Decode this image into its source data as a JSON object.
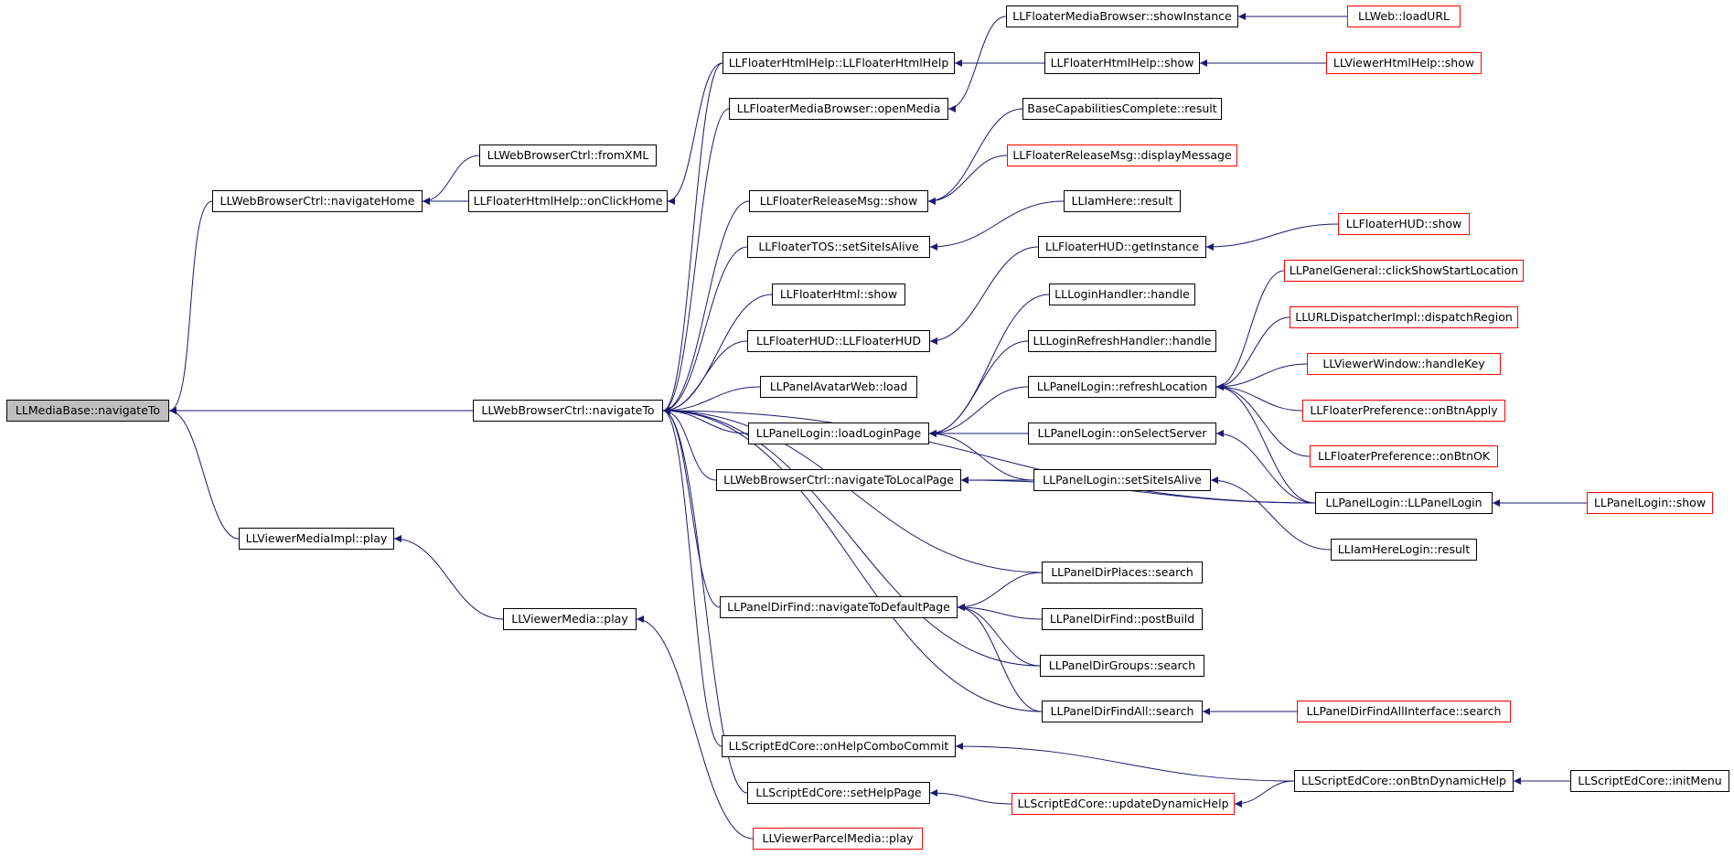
{
  "graph": {
    "title": "",
    "root": "LLMediaBase::navigateTo",
    "colors": {
      "edge": "#191970",
      "node_border": "#000000",
      "truncated_border": "#ff0000",
      "root_fill": "#bfbfbf"
    },
    "nodes": {
      "n1": "LLMediaBase::navigateTo",
      "n2": "LLWebBrowserCtrl::navigateHome",
      "n3": "LLWebBrowserCtrl::navigateTo",
      "n4": "LLViewerMediaImpl::play",
      "n5": "LLWebBrowserCtrl::fromXML",
      "n6": "LLFloaterHtmlHelp::onClickHome",
      "n7": "LLViewerMedia::play",
      "n8": "LLFloaterHtmlHelp::LLFloaterHtmlHelp",
      "n9": "LLFloaterMediaBrowser::openMedia",
      "n10": "LLFloaterReleaseMsg::show",
      "n11": "LLFloaterTOS::setSiteIsAlive",
      "n12": "LLFloaterHtml::show",
      "n13": "LLFloaterHUD::LLFloaterHUD",
      "n14": "LLPanelAvatarWeb::load",
      "n15": "LLPanelLogin::loadLoginPage",
      "n16": "LLWebBrowserCtrl::navigateToLocalPage",
      "n17": "LLPanelDirFind::navigateToDefaultPage",
      "n18": "LLScriptEdCore::onHelpComboCommit",
      "n19": "LLScriptEdCore::setHelpPage",
      "n20": "LLViewerParcelMedia::play",
      "n21": "LLFloaterMediaBrowser::showInstance",
      "n22": "LLFloaterHtmlHelp::show",
      "n23": "BaseCapabilitiesComplete::result",
      "n24": "LLFloaterReleaseMsg::displayMessage",
      "n25": "LLIamHere::result",
      "n26": "LLFloaterHUD::getInstance",
      "n27": "LLLoginHandler::handle",
      "n28": "LLLoginRefreshHandler::handle",
      "n29": "LLPanelLogin::refreshLocation",
      "n30": "LLPanelLogin::onSelectServer",
      "n31": "LLPanelLogin::setSiteIsAlive",
      "n32": "LLPanelDirPlaces::search",
      "n33": "LLPanelDirFind::postBuild",
      "n34": "LLPanelDirGroups::search",
      "n35": "LLPanelDirFindAll::search",
      "n36": "LLScriptEdCore::updateDynamicHelp",
      "n37": "LLWeb::loadURL",
      "n38": "LLViewerHtmlHelp::show",
      "n39": "LLFloaterHUD::show",
      "n40": "LLPanelGeneral::clickShowStartLocation",
      "n41": "LLURLDispatcherImpl::dispatchRegion",
      "n42": "LLViewerWindow::handleKey",
      "n43": "LLFloaterPreference::onBtnApply",
      "n44": "LLFloaterPreference::onBtnOK",
      "n45": "LLPanelLogin::LLPanelLogin",
      "n46": "LLIamHereLogin::result",
      "n47": "LLPanelDirFindAllInterface::search",
      "n48": "LLScriptEdCore::onBtnDynamicHelp",
      "n49": "LLPanelLogin::show",
      "n50": "LLScriptEdCore::initMenu"
    },
    "truncated": [
      "n20",
      "n24",
      "n36",
      "n37",
      "n38",
      "n39",
      "n40",
      "n41",
      "n42",
      "n43",
      "n44",
      "n47",
      "n49"
    ],
    "edges": [
      [
        "n2",
        "n1"
      ],
      [
        "n3",
        "n1"
      ],
      [
        "n4",
        "n1"
      ],
      [
        "n5",
        "n2"
      ],
      [
        "n6",
        "n2"
      ],
      [
        "n7",
        "n4"
      ],
      [
        "n8",
        "n6"
      ],
      [
        "n8",
        "n3"
      ],
      [
        "n9",
        "n3"
      ],
      [
        "n10",
        "n3"
      ],
      [
        "n11",
        "n3"
      ],
      [
        "n12",
        "n3"
      ],
      [
        "n13",
        "n3"
      ],
      [
        "n14",
        "n3"
      ],
      [
        "n15",
        "n3"
      ],
      [
        "n16",
        "n3"
      ],
      [
        "n17",
        "n3"
      ],
      [
        "n18",
        "n3"
      ],
      [
        "n19",
        "n3"
      ],
      [
        "n20",
        "n7"
      ],
      [
        "n32",
        "n3"
      ],
      [
        "n34",
        "n3"
      ],
      [
        "n35",
        "n3"
      ],
      [
        "n45",
        "n3"
      ],
      [
        "n21",
        "n9"
      ],
      [
        "n22",
        "n8"
      ],
      [
        "n23",
        "n10"
      ],
      [
        "n24",
        "n10"
      ],
      [
        "n25",
        "n11"
      ],
      [
        "n26",
        "n13"
      ],
      [
        "n27",
        "n15"
      ],
      [
        "n28",
        "n15"
      ],
      [
        "n29",
        "n15"
      ],
      [
        "n30",
        "n15"
      ],
      [
        "n31",
        "n15"
      ],
      [
        "n31",
        "n16"
      ],
      [
        "n45",
        "n16"
      ],
      [
        "n32",
        "n17"
      ],
      [
        "n33",
        "n17"
      ],
      [
        "n34",
        "n17"
      ],
      [
        "n35",
        "n17"
      ],
      [
        "n48",
        "n18"
      ],
      [
        "n36",
        "n19"
      ],
      [
        "n37",
        "n21"
      ],
      [
        "n38",
        "n22"
      ],
      [
        "n39",
        "n26"
      ],
      [
        "n40",
        "n29"
      ],
      [
        "n41",
        "n29"
      ],
      [
        "n42",
        "n29"
      ],
      [
        "n43",
        "n29"
      ],
      [
        "n44",
        "n29"
      ],
      [
        "n45",
        "n29"
      ],
      [
        "n45",
        "n30"
      ],
      [
        "n46",
        "n31"
      ],
      [
        "n47",
        "n35"
      ],
      [
        "n48",
        "n36"
      ],
      [
        "n49",
        "n45"
      ],
      [
        "n50",
        "n48"
      ]
    ]
  }
}
